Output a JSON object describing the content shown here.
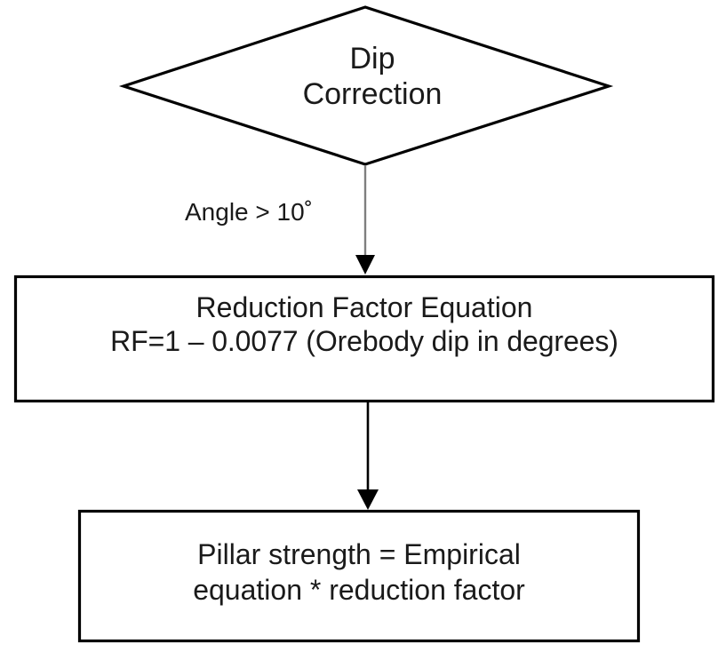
{
  "diagram": {
    "type": "flowchart",
    "title": "Dip Correction pillar strength flowchart",
    "background_color": "#ffffff",
    "stroke_color": "#000000",
    "text_color": "#1a1a1a",
    "connector_gray": "#7f7f7f",
    "nodes": [
      {
        "id": "decision-dip-correction",
        "shape": "diamond",
        "lines": [
          "Dip",
          "Correction"
        ]
      },
      {
        "id": "process-reduction-factor",
        "shape": "rectangle",
        "lines": [
          "Reduction Factor Equation",
          "RF=1 – 0.0077 (Orebody dip in degrees)"
        ]
      },
      {
        "id": "process-pillar-strength",
        "shape": "rectangle",
        "lines": [
          "Pillar strength = Empirical",
          "equation * reduction factor"
        ]
      }
    ],
    "edges": [
      {
        "id": "edge-decision-to-reduction",
        "from": "decision-dip-correction",
        "to": "process-reduction-factor",
        "label": "Angle > 10˚",
        "line_color": "#7f7f7f",
        "arrowhead_color": "#000000"
      },
      {
        "id": "edge-reduction-to-pillar",
        "from": "process-reduction-factor",
        "to": "process-pillar-strength",
        "label": "",
        "line_color": "#000000",
        "arrowhead_color": "#000000"
      }
    ]
  }
}
